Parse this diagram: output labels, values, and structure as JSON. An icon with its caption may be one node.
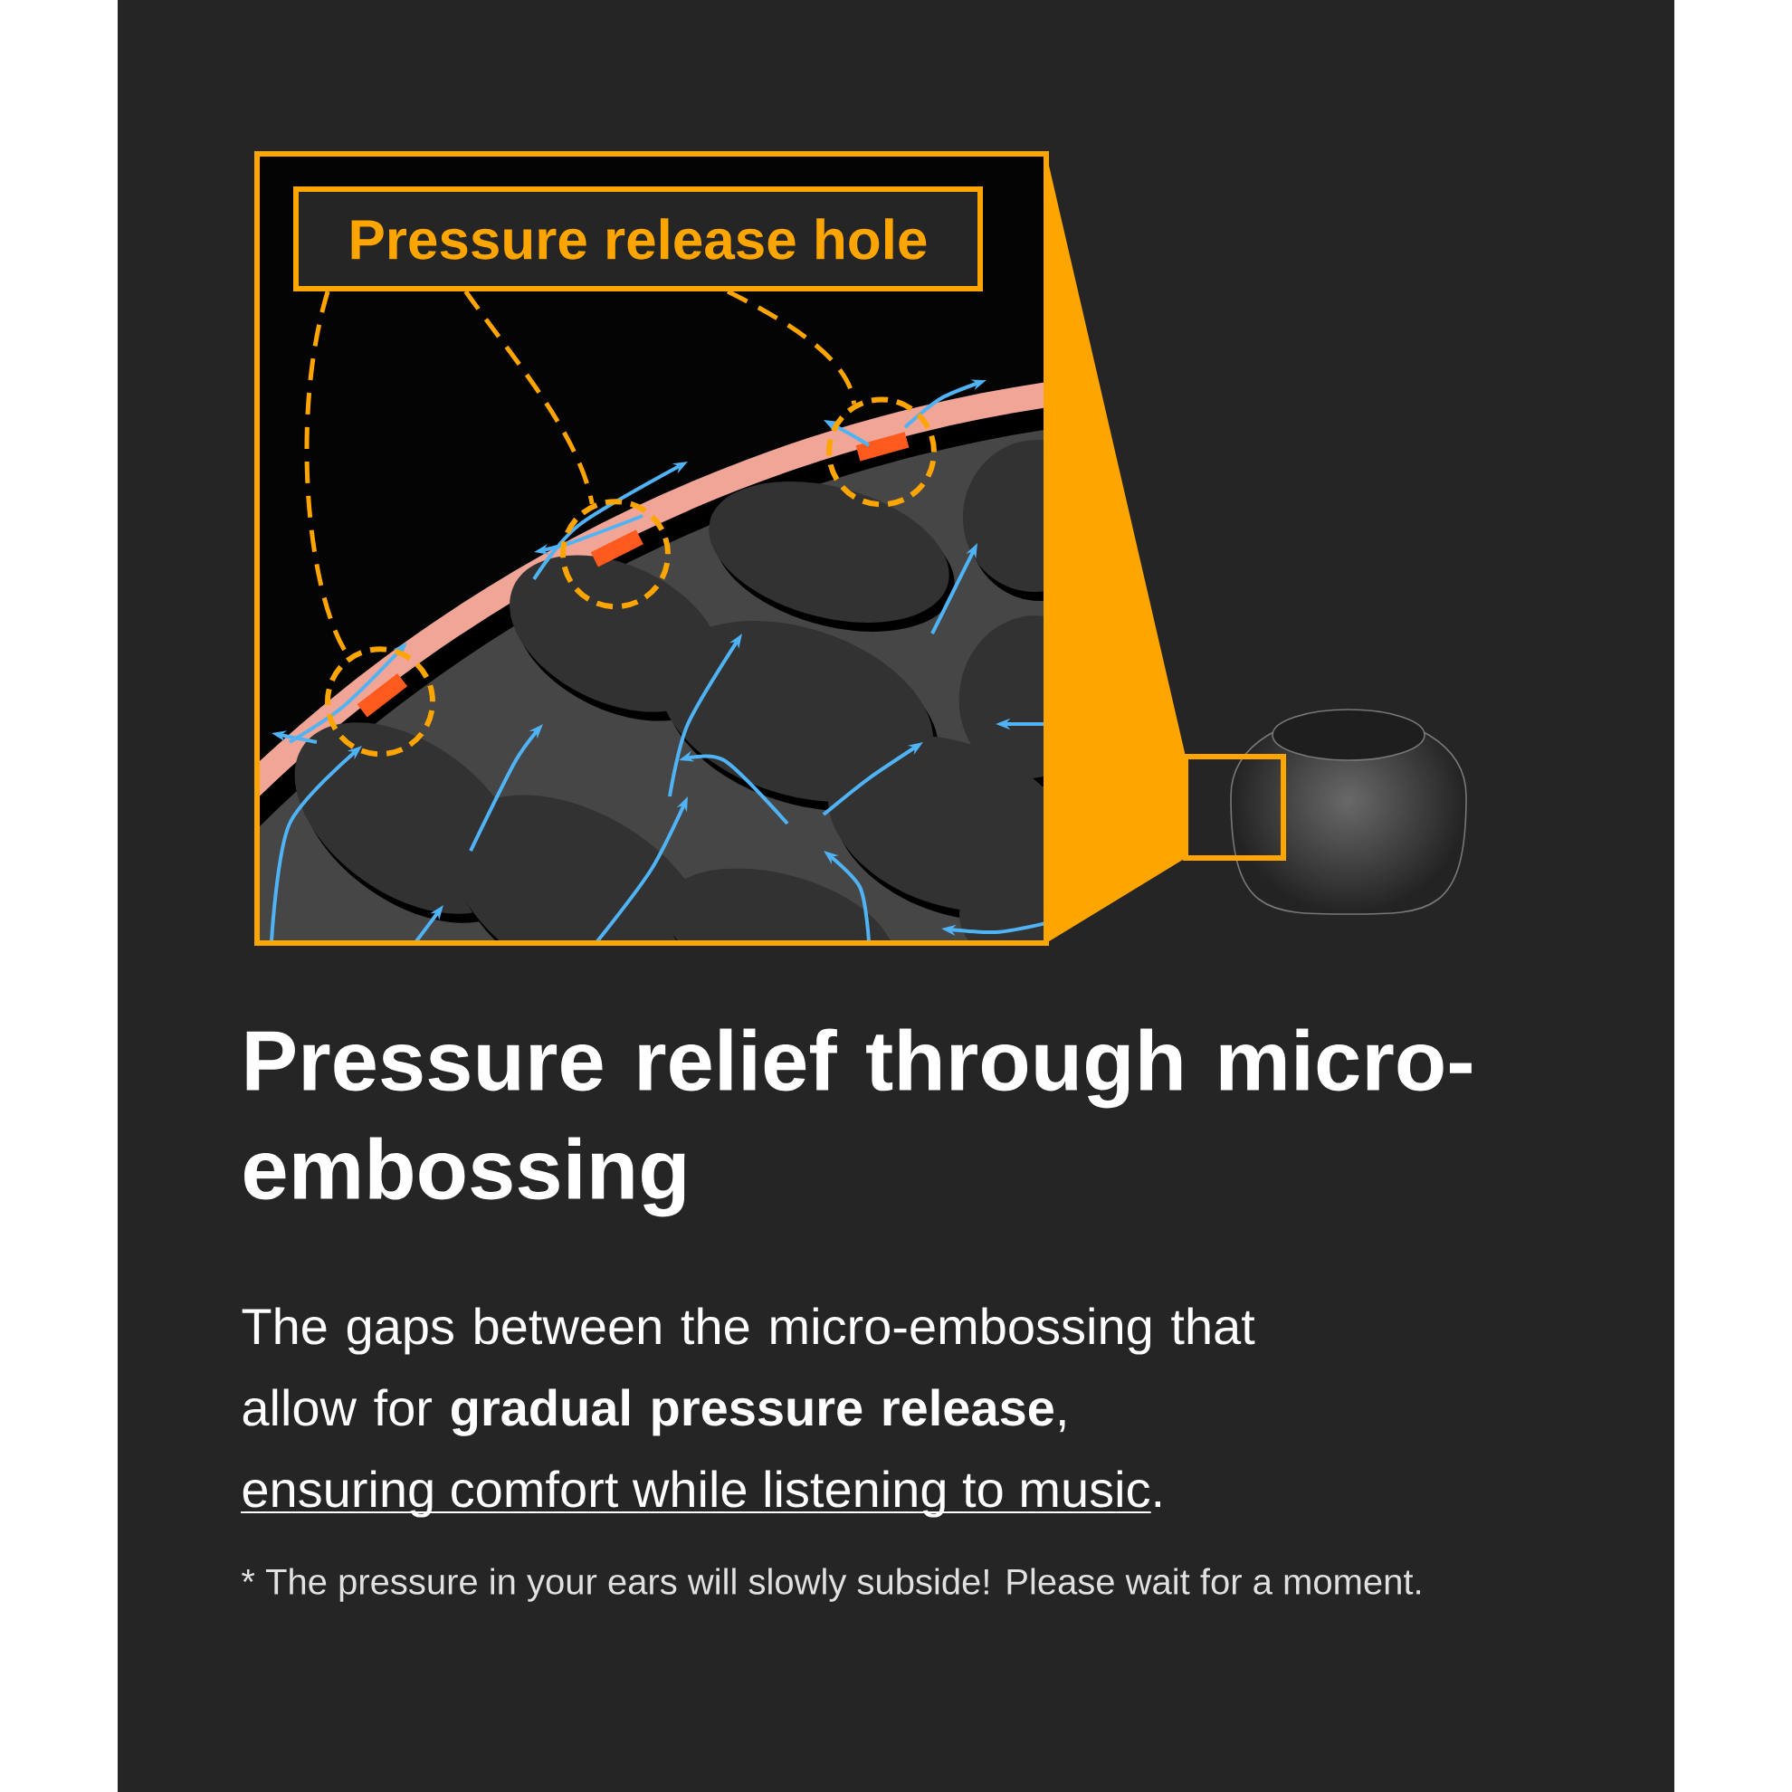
{
  "diagram": {
    "title": "Pressure relief through micro-embossing",
    "nodes": [
      {
        "text": [
          "Pressure release hole"
        ]
      },
      {
        "text": [],
        "shape": "circle"
      },
      {
        "text": [],
        "shape": "circle"
      },
      {
        "text": [],
        "shape": "circle"
      }
    ],
    "edges": [
      {
        "from": 0,
        "to": 1,
        "arrow": "none",
        "style": "dashed"
      },
      {
        "from": 0,
        "to": 2,
        "arrow": "none",
        "style": "dashed"
      },
      {
        "from": 0,
        "to": 3,
        "arrow": "none",
        "style": "dashed"
      }
    ],
    "labels": [
      "The gaps between the micro-embossing that allow for **gradual pressure release**,",
      "ensuring comfort while listening to music.",
      "* The pressure in your ears will slowly subside! Please wait for a moment."
    ]
  }
}
